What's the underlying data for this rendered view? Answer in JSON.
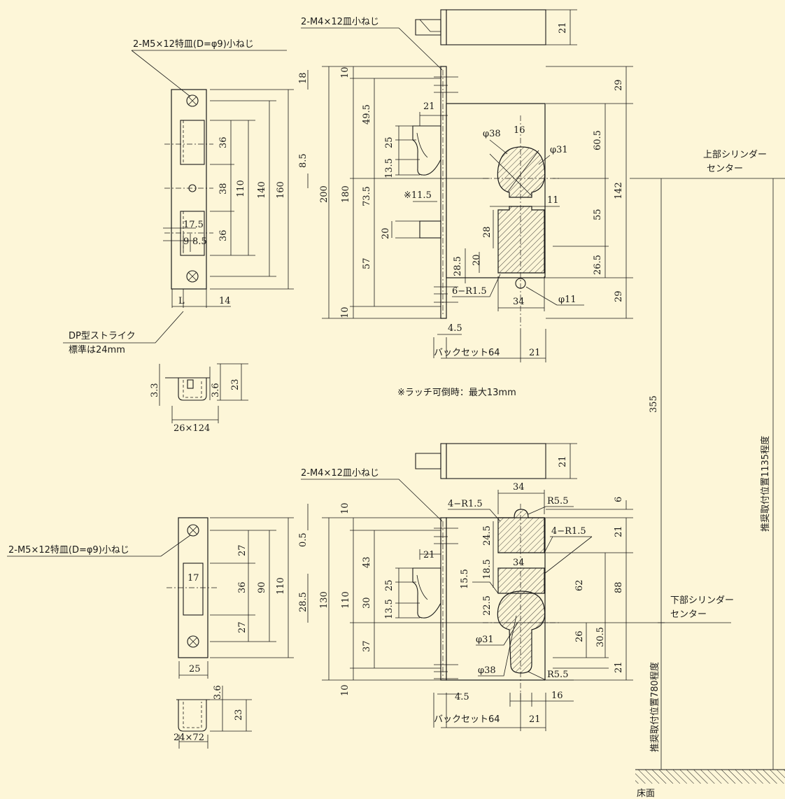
{
  "colors": {
    "background": "#fdf6d8",
    "line": "#1a1a1a"
  },
  "upper": {
    "screw_label_face": "2-M4×12皿小ねじ",
    "screw_label_strike": "2-M5×12特皿(D=φ9)小ねじ",
    "strike_label": "DP型ストライク",
    "strike_note": "標準は24mm",
    "strike_box_size": "26×124",
    "latch_note": "※ラッチ可倒時：最大13mm",
    "cylinder_label_1": "上部シリンダー",
    "cylinder_label_2": "センター",
    "backset_label": "バックセット64",
    "dims": {
      "d18": "18",
      "d36a": "36",
      "d8_5": "8.5",
      "d38": "38",
      "d110": "110",
      "d140": "140",
      "d160": "160",
      "d36b": "36",
      "d17_5": "17.5",
      "d9": "9",
      "d8_5b": "8.5",
      "dL": "L",
      "d14": "14",
      "d10a": "10",
      "d200": "200",
      "d180": "180",
      "d49_5": "49.5",
      "d73_5": "73.5",
      "d57": "57",
      "d10b": "10",
      "d21a": "21",
      "d25": "25",
      "d13_5": "13.5",
      "d11_5": "※11.5",
      "d20a": "20",
      "d4_5": "4.5",
      "d21b": "21",
      "d64": "64",
      "phi38": "φ38",
      "d16": "16",
      "phi31": "φ31",
      "d11": "11",
      "d28": "28",
      "d28_5": "28.5",
      "d20b": "20",
      "r6": "6−R1.5",
      "phi11": "φ11",
      "d34": "34",
      "d29a": "29",
      "d60_5": "60.5",
      "d142": "142",
      "d55": "55",
      "d26_5": "26.5",
      "d29b": "29",
      "d21c": "21",
      "d3_3": "3.3",
      "d3_6": "3.6",
      "d23": "23"
    }
  },
  "lower": {
    "screw_label_face": "2-M4×12皿小ねじ",
    "screw_label_strike": "2-M5×12特皿(D=φ9)小ねじ",
    "strike_box_size": "24×72",
    "cylinder_label_1": "下部シリンダー",
    "cylinder_label_2": "センター",
    "backset_label": "バックセット64",
    "dims": {
      "d0_5": "0.5",
      "d27a": "27",
      "d36": "36",
      "d90": "90",
      "d110a": "110",
      "d27b": "27",
      "d17": "17",
      "d28_5": "28.5",
      "d25a": "25",
      "d10a": "10",
      "d130": "130",
      "d110b": "110",
      "d43": "43",
      "d30": "30",
      "d37": "37",
      "d10b": "10",
      "d21a": "21",
      "d25b": "25",
      "d13_5": "13.5",
      "d15_5": "15.5",
      "d4_5": "4.5",
      "d64": "64",
      "d21b": "21",
      "d34a": "34",
      "r5_5a": "R5.5",
      "r4a": "4−R1.5",
      "d24_5": "24.5",
      "d18_5": "18.5",
      "d34b": "34",
      "r4b": "4−R1.5",
      "d22_5": "22.5",
      "phi31": "φ31",
      "phi38": "φ38",
      "r5_5b": "R5.5",
      "d16": "16",
      "d6": "6",
      "d21c": "21",
      "d62": "62",
      "d88": "88",
      "d26": "26",
      "d30_5": "30.5",
      "d21d": "21",
      "d21e": "21",
      "d3_6": "3.6",
      "d23": "23"
    }
  },
  "right": {
    "d355": "355",
    "rec_upper": "推奨取付位置1135程度",
    "rec_lower": "推奨取付位置780程度",
    "floor": "床面"
  }
}
